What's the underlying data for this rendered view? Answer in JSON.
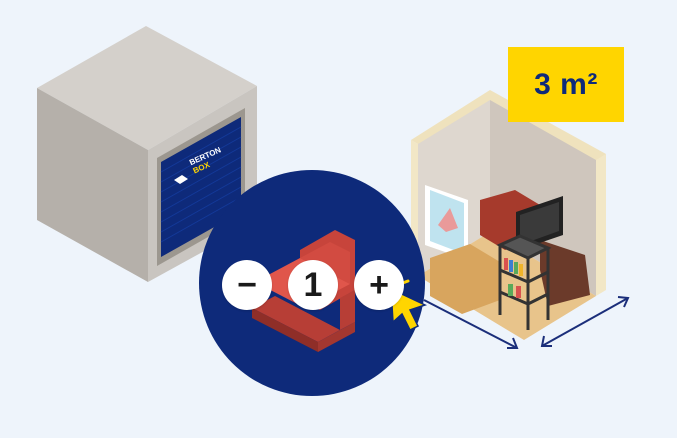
{
  "size_badge": {
    "label": "3 m²"
  },
  "brand": {
    "line1": "BERTON",
    "line2": "BOX"
  },
  "quantity": {
    "minus_label": "−",
    "value": "1",
    "plus_label": "+"
  },
  "colors": {
    "background": "#eef4fb",
    "navy": "#0e2a7a",
    "yellow": "#ffd500",
    "sofa": "#d9534f",
    "concrete": "#bfbab4"
  },
  "icons": [
    "sofa-icon",
    "pointer-cursor-icon",
    "click-burst-icon",
    "tv-icon",
    "shelf-icon"
  ]
}
